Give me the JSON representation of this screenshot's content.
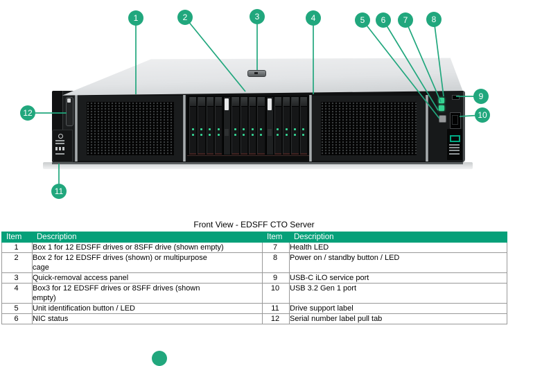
{
  "caption": "Front View - EDSFF CTO Server",
  "figure": {
    "callouts": [
      {
        "label": "1"
      },
      {
        "label": "2"
      },
      {
        "label": "3"
      },
      {
        "label": "4"
      },
      {
        "label": "5"
      },
      {
        "label": "6"
      },
      {
        "label": "7"
      },
      {
        "label": "8"
      },
      {
        "label": "9"
      },
      {
        "label": "10"
      },
      {
        "label": "11"
      },
      {
        "label": "12"
      }
    ],
    "server": {
      "box2_drive_groups": [
        4,
        4,
        4
      ]
    }
  },
  "table": {
    "headers": {
      "item_left": "Item",
      "desc_left": "Description",
      "item_right": "Item",
      "desc_right": "Description"
    },
    "rows": [
      {
        "item_left": "1",
        "desc_left": "Box 1 for 12 EDSFF drives or 8SFF drive (shown empty)",
        "item_right": "7",
        "desc_right": "Health LED"
      },
      {
        "item_left": "2",
        "desc_left": "Box 2 for 12 EDSFF drives (shown) or multipurpose\ncage",
        "item_right": "8",
        "desc_right": "Power on / standby button / LED"
      },
      {
        "item_left": "3",
        "desc_left": "Quick-removal access panel",
        "item_right": "9",
        "desc_right": "USB-C iLO service port"
      },
      {
        "item_left": "4",
        "desc_left": "Box3 for 12 EDSFF drives or 8SFF drives (shown\nempty)",
        "item_right": "10",
        "desc_right": "USB 3.2 Gen 1 port"
      },
      {
        "item_left": "5",
        "desc_left": "Unit identification button / LED",
        "item_right": "11",
        "desc_right": "Drive support label"
      },
      {
        "item_left": "6",
        "desc_left": "NIC status",
        "item_right": "12",
        "desc_right": "Serial number label pull tab"
      }
    ]
  },
  "colors": {
    "callout_green": "#21A77D",
    "header_green": "#05A079",
    "led_green": "#35D492",
    "hpe_green": "#01A982"
  }
}
